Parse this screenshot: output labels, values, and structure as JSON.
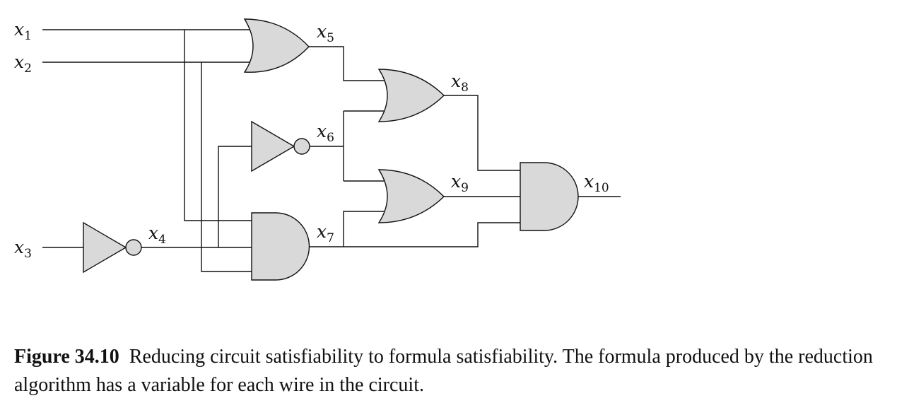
{
  "labels": {
    "x1": {
      "base": "x",
      "sub": "1"
    },
    "x2": {
      "base": "x",
      "sub": "2"
    },
    "x3": {
      "base": "x",
      "sub": "3"
    },
    "x4": {
      "base": "x",
      "sub": "4"
    },
    "x5": {
      "base": "x",
      "sub": "5"
    },
    "x6": {
      "base": "x",
      "sub": "6"
    },
    "x7": {
      "base": "x",
      "sub": "7"
    },
    "x8": {
      "base": "x",
      "sub": "8"
    },
    "x9": {
      "base": "x",
      "sub": "9"
    },
    "x10": {
      "base": "x",
      "sub": "10"
    }
  },
  "caption": {
    "label": "Figure 34.10",
    "text": "Reducing circuit satisfiability to formula satisfiability. The formula produced by the reduction algorithm has a variable for each wire in the circuit."
  },
  "colors": {
    "gate_fill": "#d9d9d9",
    "stroke": "#111111"
  }
}
